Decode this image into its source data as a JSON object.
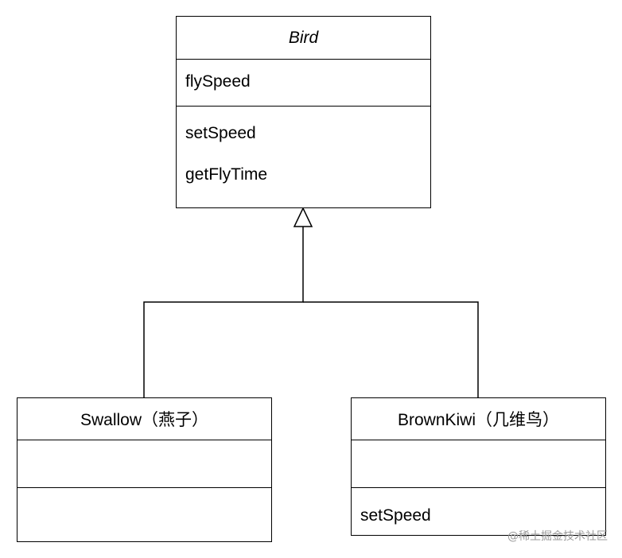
{
  "diagram": {
    "type": "UML class diagram",
    "classes": [
      {
        "id": "bird",
        "name": "Bird",
        "abstract": true,
        "attributes": [
          "flySpeed"
        ],
        "methods": [
          "setSpeed",
          "getFlyTime"
        ]
      },
      {
        "id": "swallow",
        "name": "Swallow（燕子）",
        "attributes": [],
        "methods": []
      },
      {
        "id": "brownkiwi",
        "name": "BrownKiwi（几维鸟）",
        "attributes": [],
        "methods": [
          "setSpeed"
        ]
      }
    ],
    "relationships": [
      {
        "type": "generalization",
        "from": "swallow",
        "to": "bird"
      },
      {
        "type": "generalization",
        "from": "brownkiwi",
        "to": "bird"
      }
    ]
  },
  "watermark": "@稀土掘金技术社区",
  "colors": {
    "stroke": "#000000",
    "background": "#ffffff",
    "watermark": "#9a9a9a"
  }
}
